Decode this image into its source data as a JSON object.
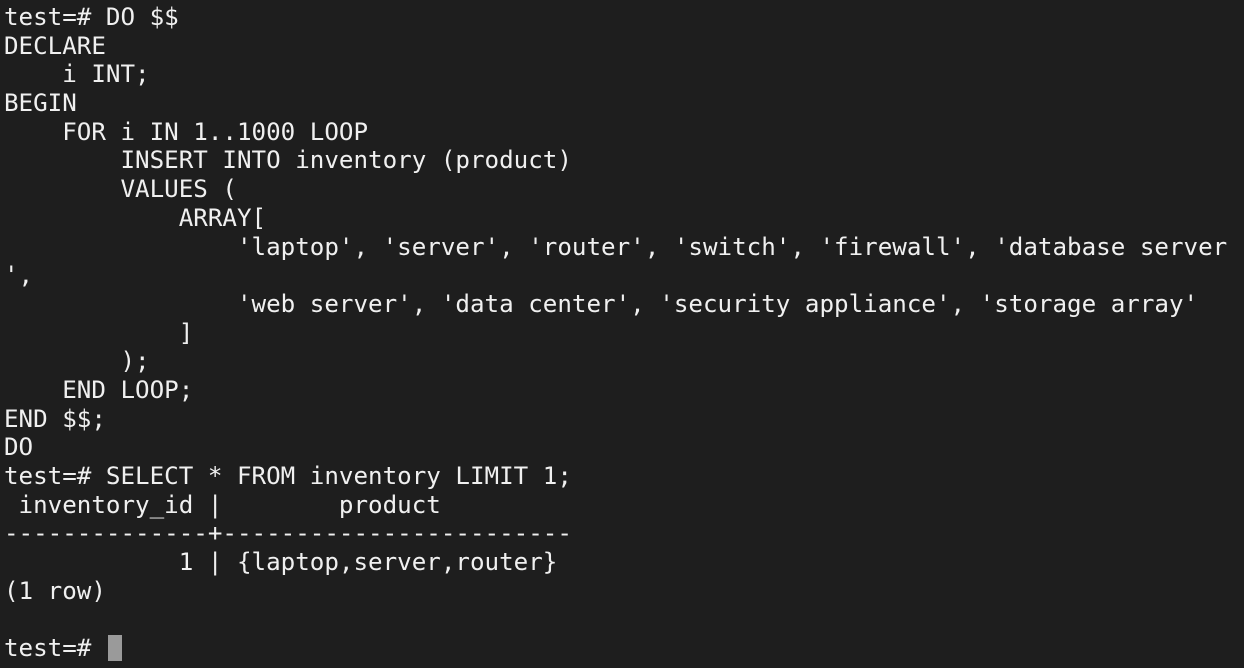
{
  "terminal": {
    "lines": [
      "test=# DO $$",
      "DECLARE",
      "    i INT;",
      "BEGIN",
      "    FOR i IN 1..1000 LOOP",
      "        INSERT INTO inventory (product)",
      "        VALUES (",
      "            ARRAY[",
      "                'laptop', 'server', 'router', 'switch', 'firewall', 'database server",
      "',",
      "                'web server', 'data center', 'security appliance', 'storage array'",
      "            ]",
      "        );",
      "    END LOOP;",
      "END $$;",
      "DO",
      "test=# SELECT * FROM inventory LIMIT 1;",
      " inventory_id |        product",
      "--------------+------------------------",
      "            1 | {laptop,server,router}",
      "(1 row)",
      ""
    ],
    "prompt": "test=# "
  }
}
